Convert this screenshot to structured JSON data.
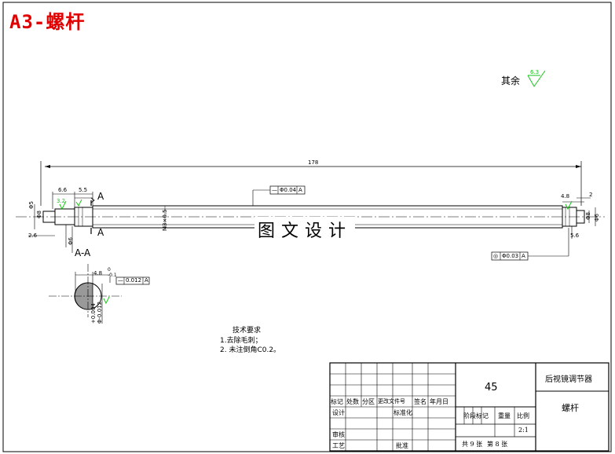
{
  "title": "A3-螺杆",
  "surface_note": {
    "label": "其余",
    "value": "6.3"
  },
  "dims": {
    "overall_length": "178",
    "d_66": "6.6",
    "d_55": "5.5",
    "d_26": "2.6",
    "d_left_dia": "Φ5",
    "d_left_dia2": "Φ8",
    "d_left_tol": "Φ6",
    "d_thread": "M3×0.5",
    "d_right_48": "4.8",
    "d_right_2": "2",
    "d_right_tol": "Φ6",
    "d_right_8": "Φ8",
    "d_right_56": "5.6",
    "rough": "3.2",
    "section_48": "4.8",
    "section_0": "0",
    "section_01": "-0.1",
    "section_tol1": "+0.004",
    "section_tol2": "Φ-0.012"
  },
  "tolerances": {
    "straight": {
      "symbol": "—",
      "value": "Φ0.04",
      "datum": "A"
    },
    "runout": {
      "symbol": "◎",
      "value": "Φ0.03",
      "datum": "A"
    },
    "symmetry": {
      "symbol": "—",
      "value": "0.012",
      "datum": "A"
    }
  },
  "section_labels": {
    "a_top": "A",
    "a_bottom": "A",
    "aa": "A-A"
  },
  "watermark": "图文设计",
  "tech_req": {
    "heading": "技术要求",
    "items": [
      "1.去除毛刺；",
      "2. 未注倒角C0.2。"
    ]
  },
  "title_block": {
    "material": "45",
    "assembly": "后视镜调节器",
    "part_name": "螺杆",
    "row_labels": [
      "标记",
      "处数",
      "分区",
      "更改文件号",
      "签名",
      "年月日"
    ],
    "design": "设计",
    "standard": "标准化",
    "check": "审核",
    "process": "工艺",
    "approve": "批准",
    "stage": "阶段标记",
    "weight": "重量",
    "scale": "比例",
    "scale_value": "2:1",
    "sheets": "共 9 张",
    "sheet_no": "第 8 张"
  }
}
